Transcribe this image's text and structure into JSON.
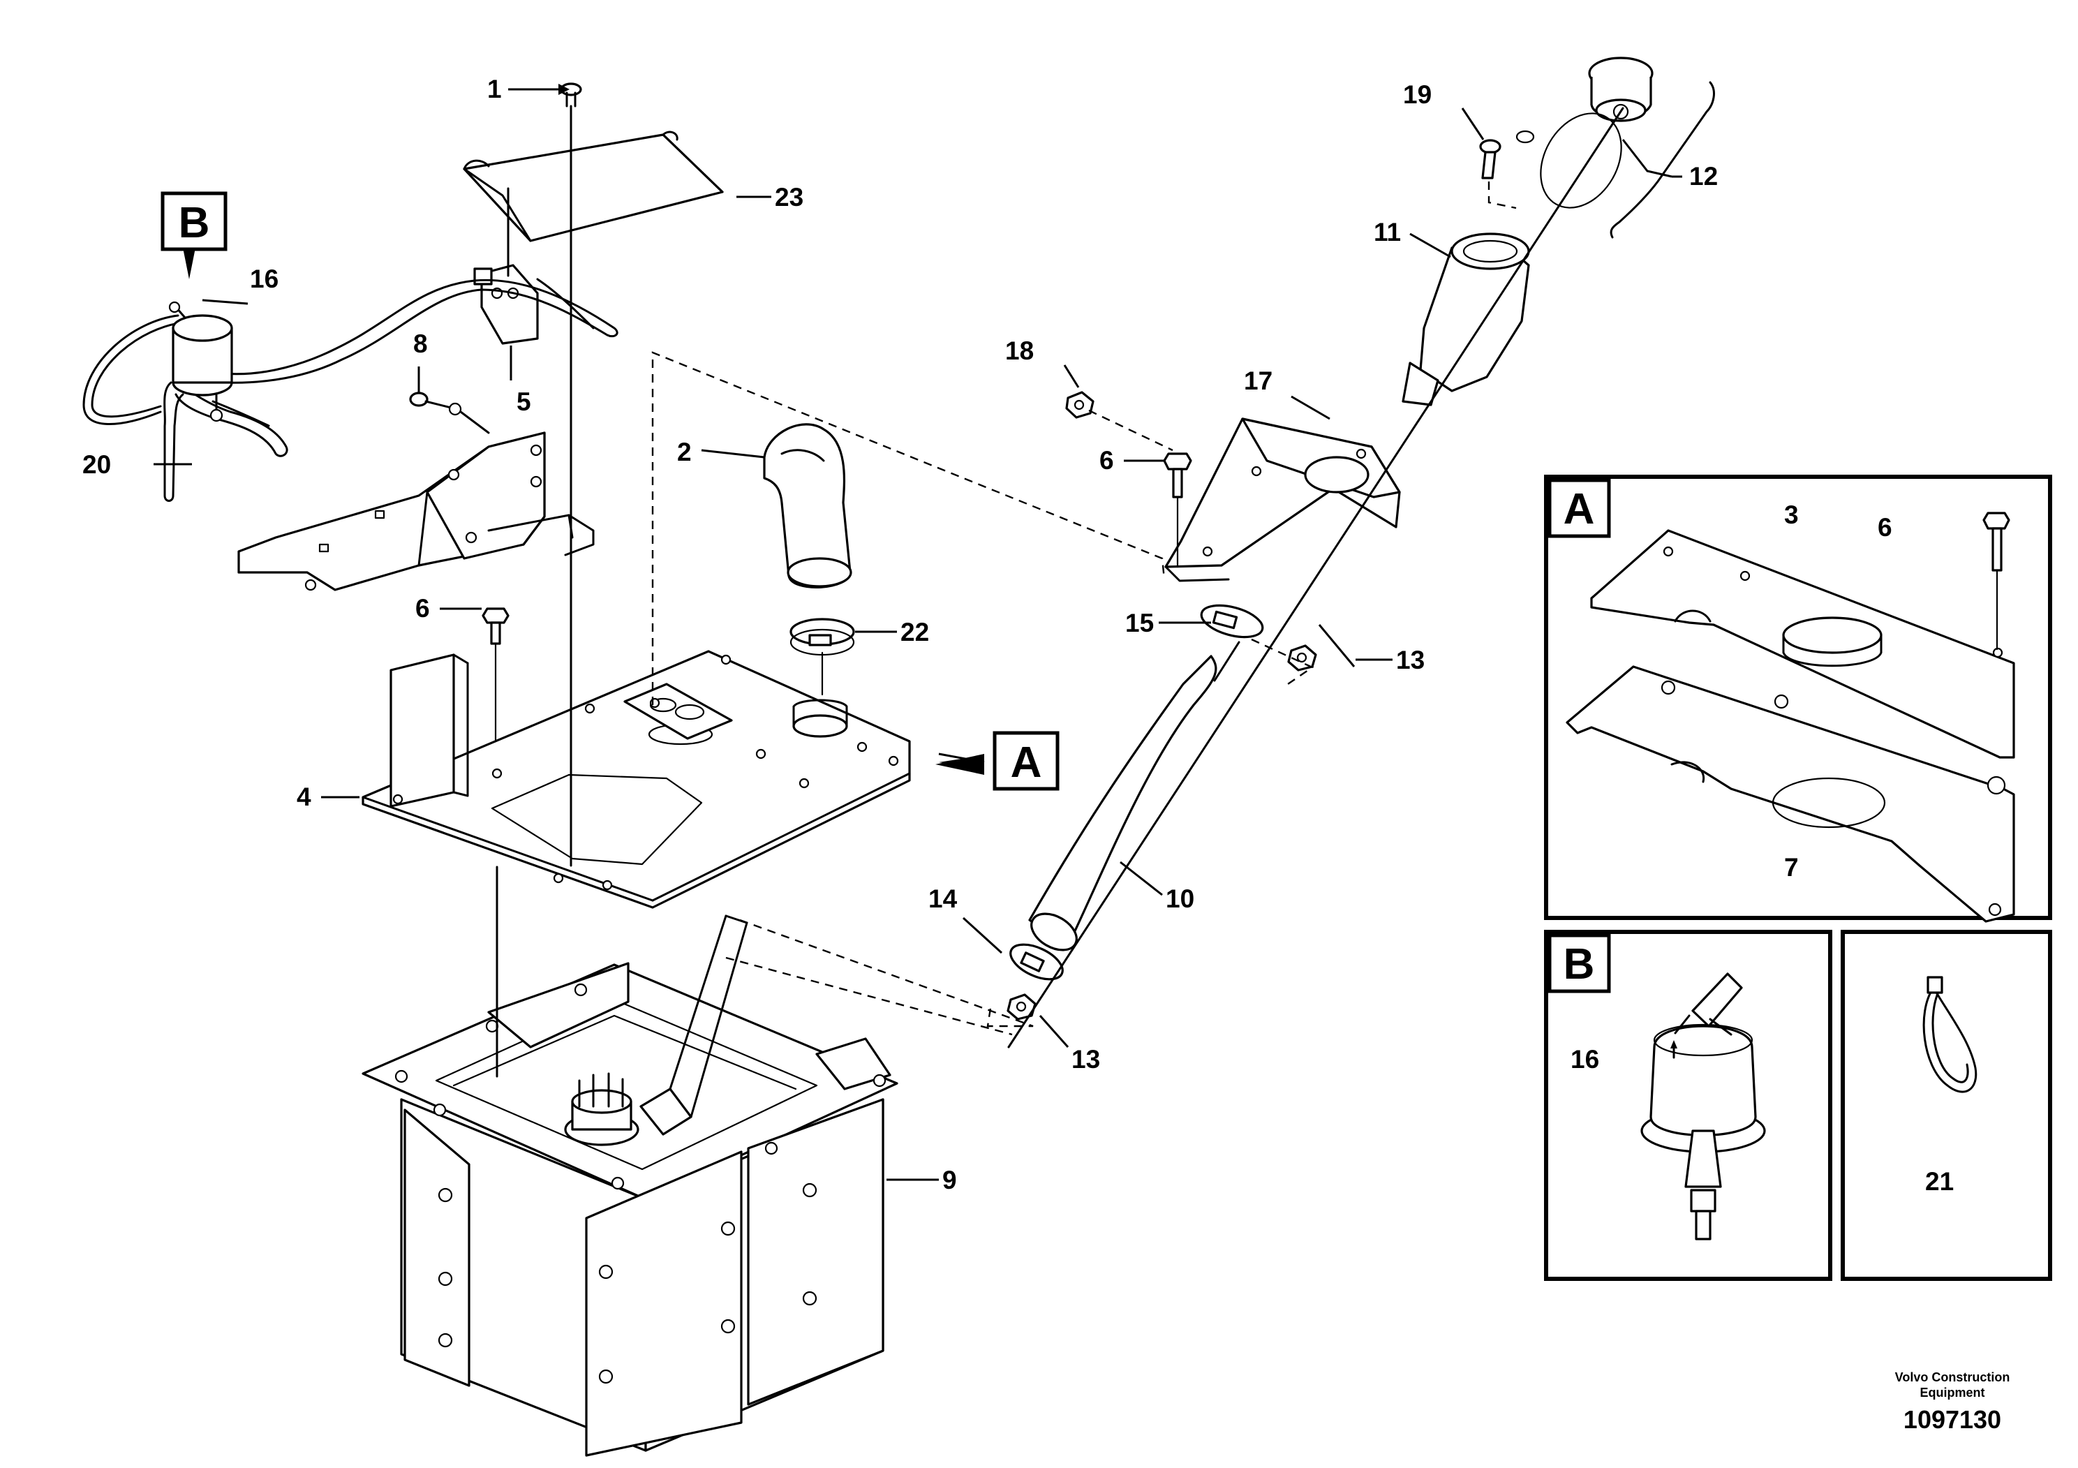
{
  "callouts": {
    "c1": "1",
    "c2": "2",
    "c4": "4",
    "c5": "5",
    "c6a": "6",
    "c6b": "6",
    "c6c": "6",
    "c7": "7",
    "c8": "8",
    "c9": "9",
    "c10": "10",
    "c11": "11",
    "c12": "12",
    "c13a": "13",
    "c13b": "13",
    "c14": "14",
    "c15": "15",
    "c16a": "16",
    "c16b": "16",
    "c17": "17",
    "c18": "18",
    "c19": "19",
    "c20": "20",
    "c21": "21",
    "c22": "22",
    "c23": "23",
    "c3": "3"
  },
  "detail_markers": {
    "a_main": "A",
    "b_main": "B",
    "a_inset": "A",
    "b_inset": "B"
  },
  "footer": {
    "brand": "Volvo Construction Equipment",
    "drawing_number": "1097130"
  }
}
